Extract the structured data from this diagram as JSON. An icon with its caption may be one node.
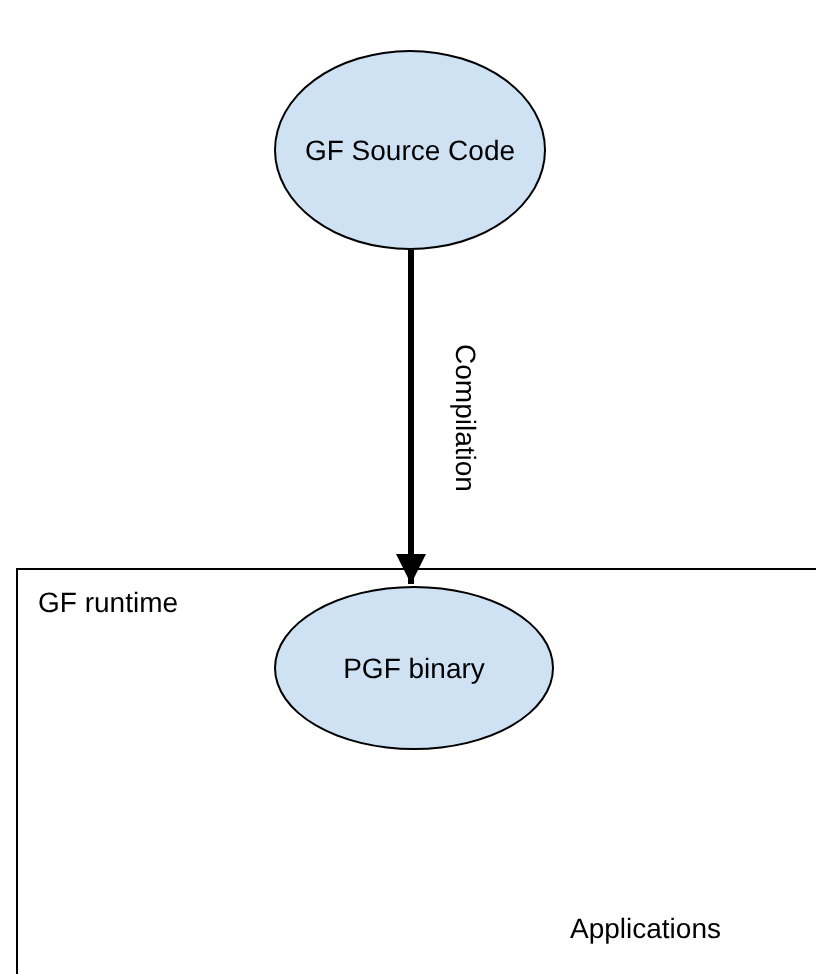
{
  "diagram": {
    "nodes": [
      {
        "text": [
          "GF Source Code"
        ]
      },
      {
        "text": [
          "GF runtime"
        ]
      },
      {
        "text": [
          "PGF binary"
        ],
        "in": 1
      }
    ],
    "edges": [
      {
        "from": 0,
        "to": 2,
        "arrow": "to",
        "label": "Compilation"
      }
    ],
    "labels": [
      "Applications"
    ]
  }
}
